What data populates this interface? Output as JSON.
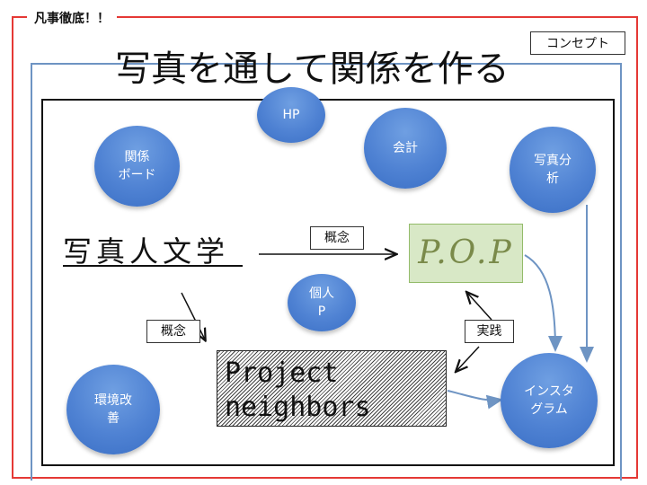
{
  "frame_label": "凡事徹底！！",
  "title": "写真を通して関係を作る",
  "concept_tag": "コンセプト",
  "main_text": "写真人文学",
  "pop_label": "P.O.P",
  "project_label": "Project\nneighbors",
  "labels": {
    "concept_top": "概念",
    "concept_left": "概念",
    "practice": "実践"
  },
  "circles": {
    "hp": "HP",
    "relation_board": "関係\nボード",
    "accounting": "会計",
    "photo_analysis": "写真分\n析",
    "personal_p": "個人\nP",
    "instagram": "インスタ\nグラム",
    "environment": "環境改\n善"
  },
  "colors": {
    "circle_blue": "#4f82d3",
    "frame_red": "#e53935",
    "frame_blue": "#6e94c3",
    "pop_green": "#d8e8c6"
  }
}
